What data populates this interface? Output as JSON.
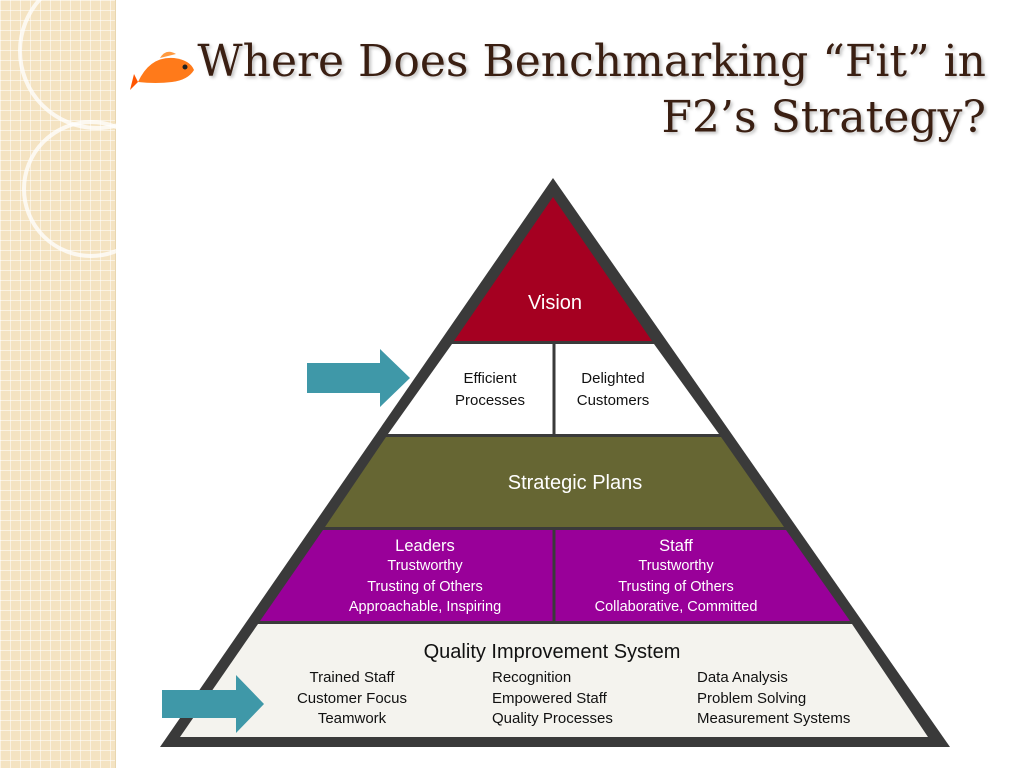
{
  "slide": {
    "title_line1": "Where Does Benchmarking “Fit” in",
    "title_line2": "F2’s Strategy?"
  },
  "pyramid": {
    "vision": "Vision",
    "efficient_line1": "Efficient",
    "efficient_line2": "Processes",
    "delighted_line1": "Delighted",
    "delighted_line2": "Customers",
    "strategic_plans": "Strategic Plans",
    "leaders": {
      "heading": "Leaders",
      "items": [
        "Trustworthy",
        "Trusting of Others",
        "Approachable, Inspiring"
      ]
    },
    "staff": {
      "heading": "Staff",
      "items": [
        "Trustworthy",
        "Trusting of Others",
        "Collaborative, Committed"
      ]
    },
    "qis": {
      "heading": "Quality Improvement System",
      "col1": [
        "Trained Staff",
        "Customer Focus",
        "Teamwork"
      ],
      "col2": [
        "Recognition",
        "Empowered Staff",
        "Quality Processes"
      ],
      "col3": [
        "Data Analysis",
        "Problem Solving",
        "Measurement Systems"
      ]
    }
  },
  "colors": {
    "vision": "#a50021",
    "strategic": "#666633",
    "people": "#990099",
    "base": "#f4f3ee",
    "frame": "#3a3a3a",
    "arrow": "#3f98a8"
  }
}
